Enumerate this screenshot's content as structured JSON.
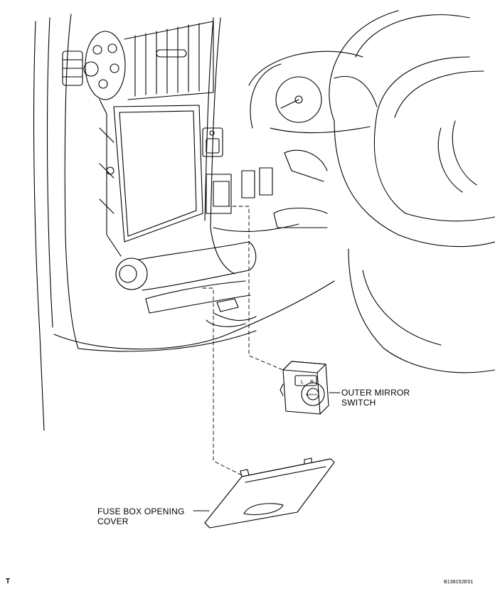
{
  "callouts": {
    "outer_mirror_switch": [
      "OUTER MIRROR",
      "SWITCH"
    ],
    "fuse_box_opening_cover": [
      "FUSE BOX OPENING",
      "COVER"
    ]
  },
  "footer": {
    "left_mark": "T",
    "figure_code": "B138152E01"
  },
  "switch_buttons": {
    "left": "L",
    "right": "R",
    "knob": "MIRROR"
  }
}
